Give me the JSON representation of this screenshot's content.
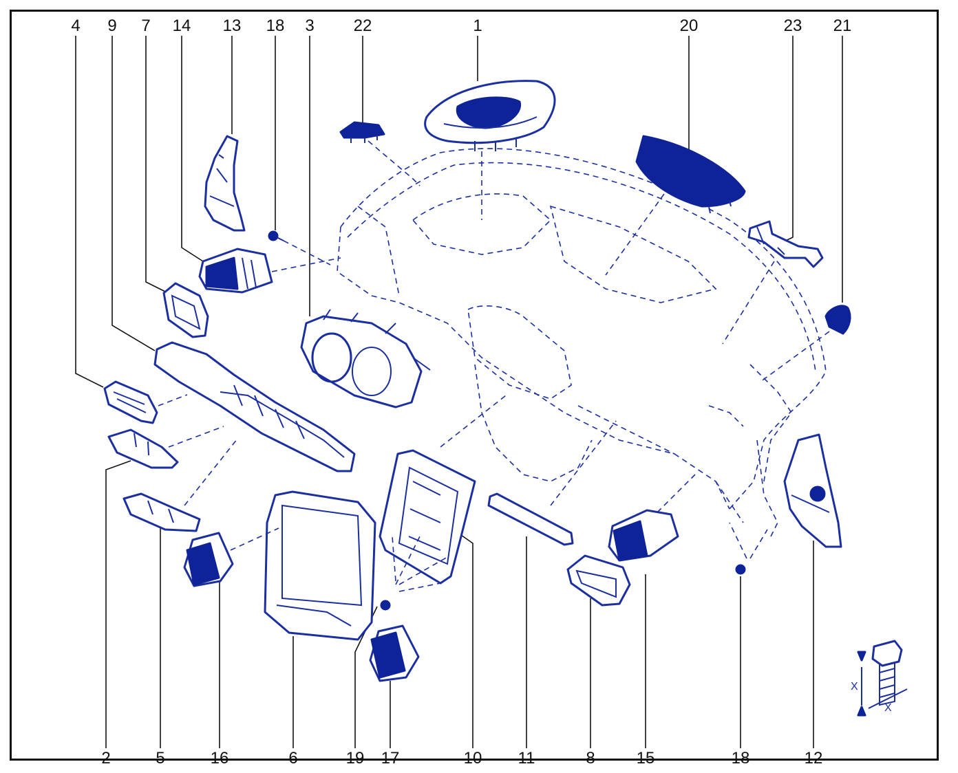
{
  "colors": {
    "parts": "#1c2fa0",
    "filled_parts": "#0f2399",
    "labels": "#111111",
    "background": "#ffffff"
  },
  "top_callouts": [
    "4",
    "9",
    "7",
    "14",
    "13",
    "18",
    "3",
    "22",
    "1",
    "20",
    "23",
    "21"
  ],
  "bottom_callouts": [
    "2",
    "5",
    "16",
    "6",
    "19",
    "17",
    "10",
    "11",
    "8",
    "15",
    "18",
    "12"
  ],
  "fastener_legend": {
    "dim_vertical": "X",
    "dim_horizontal": "X"
  }
}
